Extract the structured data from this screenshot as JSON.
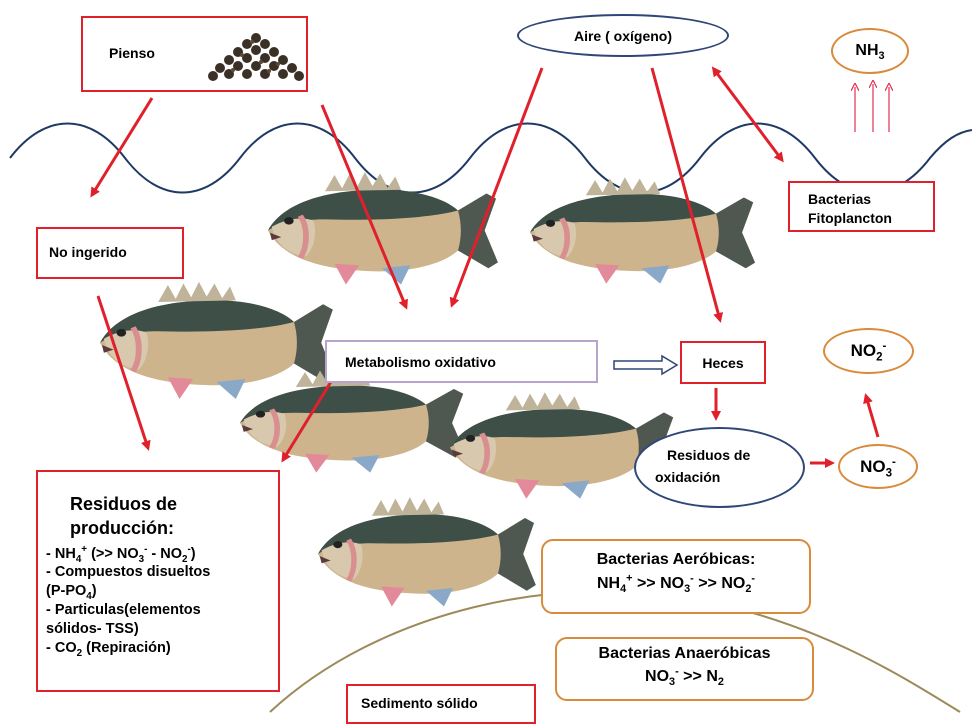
{
  "feed": {
    "label": "Pienso"
  },
  "air": {
    "label": "Aire ( oxígeno)"
  },
  "ammonia_gas": {
    "base": "NH",
    "sub": "3"
  },
  "bacteria_phyto": {
    "line1": "Bacterias",
    "line2": "Fitoplancton"
  },
  "not_ingested": {
    "label": "No ingerido"
  },
  "metabolism": {
    "label": "Metabolismo oxidativo"
  },
  "feces": {
    "label": "Heces"
  },
  "nitrite_top": {
    "base": "NO",
    "sub": "2",
    "sup": "-"
  },
  "oxidation_residues": {
    "line1": "Residuos de",
    "line2": "oxidación"
  },
  "nitrate": {
    "base": "NO",
    "sub": "3",
    "sup": "-"
  },
  "production_residues": {
    "title_line1": "Residuos de",
    "title_line2": "producción:",
    "item1": {
      "a": "- NH",
      "a_sub": "4",
      "a_sup": "+",
      "b": " (>> NO",
      "b_sub": "3",
      "b_sup": "-",
      "c": " - NO",
      "c_sub": "2",
      "c_sup": "-",
      "d": ")"
    },
    "item2_line1": "- Compuestos disueltos",
    "item2_line2_a": "(P-PO",
    "item2_line2_sub": "4",
    "item2_line2_b": ")",
    "item3_line1": "- Particulas(elementos",
    "item3_line2": "sólidos- TSS)",
    "item4_a": "- CO",
    "item4_sub": "2",
    "item4_b": " (Repiración)"
  },
  "aerobic": {
    "title": "Bacterias Aeróbicas:",
    "f1": "NH",
    "f1_sub": "4",
    "f1_sup": "+",
    "f2": " >> NO",
    "f2_sub": "3",
    "f2_sup": "-",
    "f3": " >> NO",
    "f3_sub": "2",
    "f3_sup": "-"
  },
  "anaerobic": {
    "title": "Bacterias Anaeróbicas",
    "f1": "NO",
    "f1_sub": "3",
    "f1_sup": "-",
    "f2": " >> N",
    "f2_sub": "2"
  },
  "sediment": {
    "label": "Sedimento sólido"
  },
  "colors": {
    "arrow": "#e0202a",
    "box_red": "#e0202a",
    "water": "#1e3a64",
    "sediment": "#9c8a5a",
    "orange": "#d98a3a",
    "ellipse_blue": "#2f4677",
    "box_violet": "#b8a3cc"
  },
  "icons": [
    "feed-pellets-image",
    "sea-bream-fish-icon"
  ]
}
